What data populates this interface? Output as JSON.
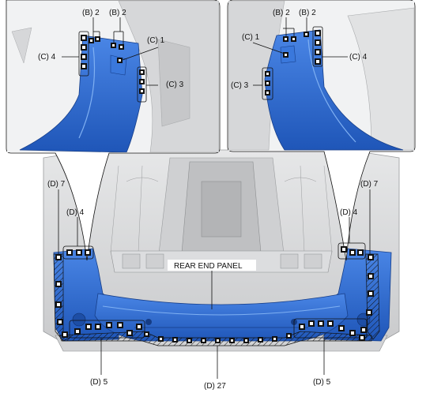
{
  "labels": {
    "left_b2_a": "(B) 2",
    "left_b2_b": "(B) 2",
    "left_c4": "(C) 4",
    "left_c1": "(C) 1",
    "left_c3": "(C) 3",
    "right_b2_a": "(B) 2",
    "right_b2_b": "(B) 2",
    "right_c1": "(C) 1",
    "right_c4": "(C) 4",
    "right_c3": "(C) 3",
    "left_d7": "(D) 7",
    "left_d4": "(D) 4",
    "right_d7": "(D) 7",
    "right_d4": "(D) 4",
    "panel_name": "REAR END PANEL",
    "left_d5": "(D) 5",
    "bottom_d27": "(D) 27",
    "right_d5": "(D) 5"
  },
  "colors": {
    "panel_blue": "#2f6fd6",
    "panel_blue_dark": "#1f4fa8",
    "body_gray": "#d9dadb",
    "body_gray_dark": "#a9abad"
  }
}
